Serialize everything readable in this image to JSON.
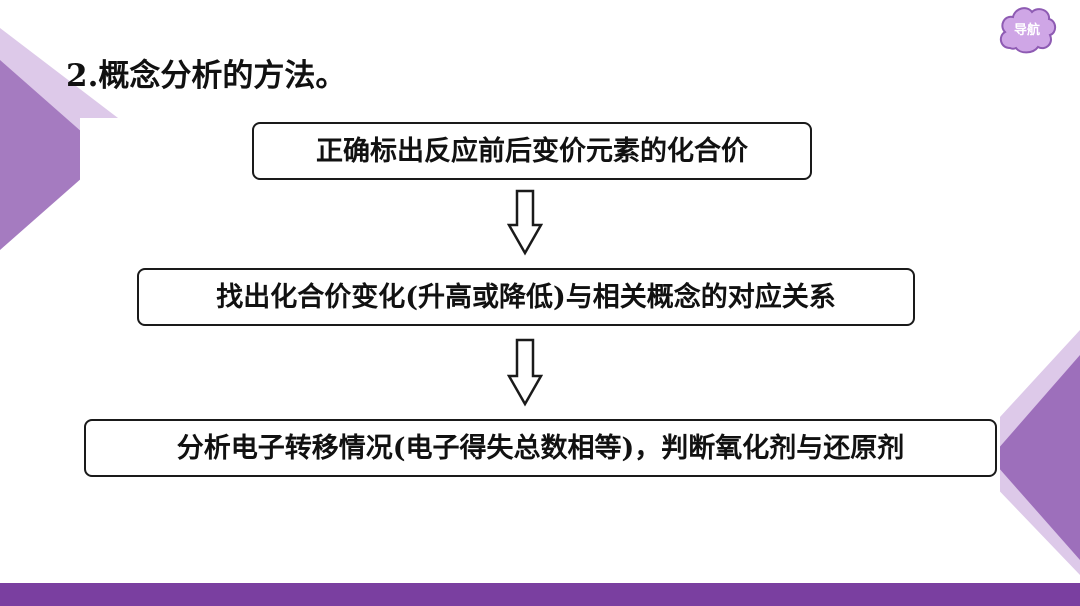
{
  "header": {
    "title": "2.概念分析的方法。",
    "nav_label": "导航"
  },
  "colors": {
    "accent_purple": "#7a3fa0",
    "light_purple": "#b88fce",
    "pale_purple": "#ddc9e9",
    "nav_fill": "#cfa6e6",
    "nav_stroke": "#8e5bb3"
  },
  "flowchart": {
    "steps": [
      {
        "text": "正确标出反应前后变价元素的化合价"
      },
      {
        "text": "找出化合价变化(升高或降低)与相关概念的对应关系"
      },
      {
        "text": "分析电子转移情况(电子得失总数相等)，判断氧化剂与还原剂"
      }
    ],
    "connectors": [
      "down-arrow-icon",
      "down-arrow-icon"
    ]
  }
}
